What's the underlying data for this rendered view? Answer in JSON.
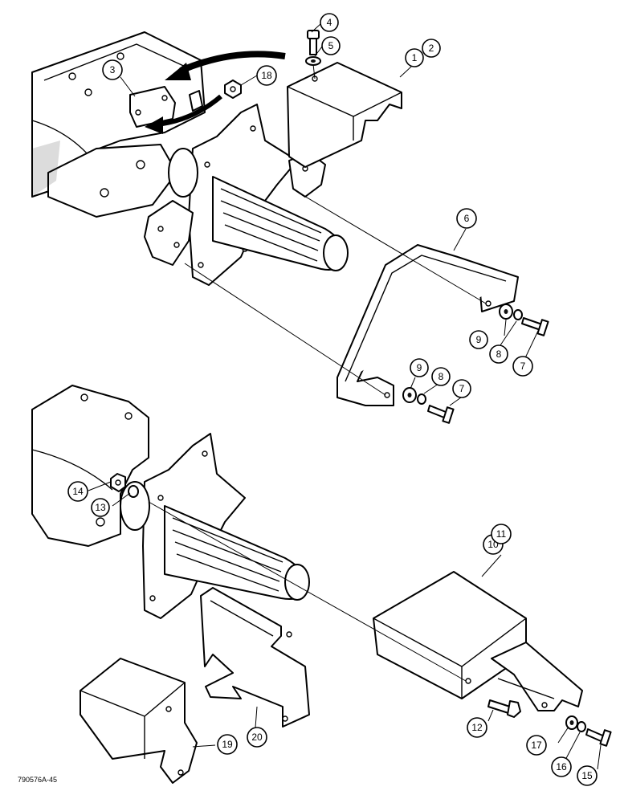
{
  "figure_ref": "790576A-45",
  "callouts": [
    {
      "id": "c1",
      "label": "1"
    },
    {
      "id": "c2",
      "label": "2"
    },
    {
      "id": "c3",
      "label": "3"
    },
    {
      "id": "c4",
      "label": "4"
    },
    {
      "id": "c5",
      "label": "5"
    },
    {
      "id": "c6",
      "label": "6"
    },
    {
      "id": "c7a",
      "label": "7"
    },
    {
      "id": "c8a",
      "label": "8"
    },
    {
      "id": "c9a",
      "label": "9"
    },
    {
      "id": "c9b",
      "label": "9"
    },
    {
      "id": "c8b",
      "label": "8"
    },
    {
      "id": "c7b",
      "label": "7"
    },
    {
      "id": "c10",
      "label": "10"
    },
    {
      "id": "c11",
      "label": "11"
    },
    {
      "id": "c12",
      "label": "12"
    },
    {
      "id": "c13",
      "label": "13"
    },
    {
      "id": "c14",
      "label": "14"
    },
    {
      "id": "c15",
      "label": "15"
    },
    {
      "id": "c16",
      "label": "16"
    },
    {
      "id": "c17",
      "label": "17"
    },
    {
      "id": "c18",
      "label": "18"
    },
    {
      "id": "c19",
      "label": "19"
    },
    {
      "id": "c20",
      "label": "20"
    }
  ]
}
